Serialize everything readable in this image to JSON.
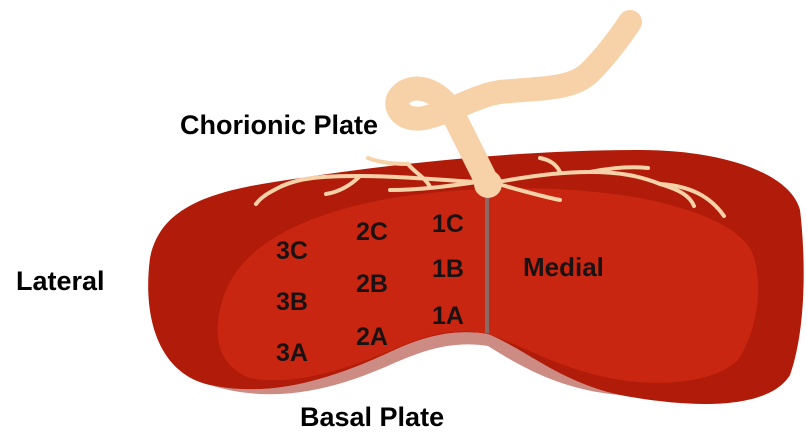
{
  "labels": {
    "chorionic_plate": "Chorionic Plate",
    "basal_plate": "Basal Plate",
    "lateral": "Lateral",
    "medial": "Medial"
  },
  "regions": {
    "r1A": "1A",
    "r1B": "1B",
    "r1C": "1C",
    "r2A": "2A",
    "r2B": "2B",
    "r2C": "2C",
    "r3A": "3A",
    "r3B": "3B",
    "r3C": "3C"
  },
  "colors": {
    "placenta_outer": "#b01c09",
    "placenta_inner": "#c82410",
    "umbilical_cord": "#f7d2a8",
    "vessels": "#f7d2a8",
    "midline": "#8a6a62"
  }
}
